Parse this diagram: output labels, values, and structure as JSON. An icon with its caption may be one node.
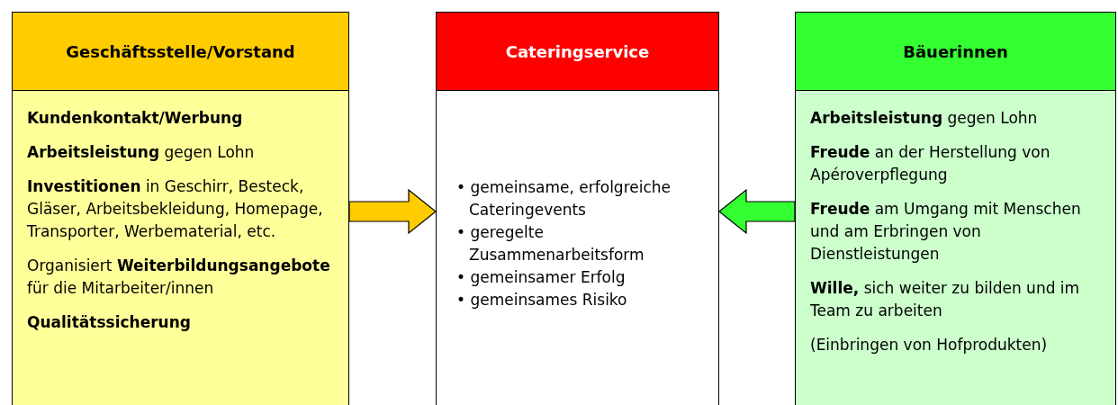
{
  "diagram": {
    "nodes": [
      {
        "text": [
          "Geschäftsstelle/Vorstand",
          "Kundenkontakt/Werbung",
          "**Arbeitsleistung** gegen Lohn",
          "**Investitionen** in Geschirr, Besteck, Gläser, Arbeitsbekleidung, Homepage, Transporter, Werbematerial, etc.",
          "Organisiert **Weiterbildungsangebote** für die Mitarbeiter/innen",
          "Qualitätssicherung"
        ]
      },
      {
        "text": [
          "Cateringservice",
          "• gemeinsame, erfolgreiche Cateringevents",
          "• geregelte Zusammenarbeitsform",
          "• gemeinsamer Erfolg",
          "• gemeinsames Risiko"
        ]
      },
      {
        "text": [
          "Bäuerinnen",
          "**Arbeitsleistung** gegen Lohn",
          "**Freude** an der Herstellung von Apéroverpflegung",
          "**Freude** am Umgang mit Menschen und am Erbringen von Dienstleistungen",
          "**Wille,** sich weiter zu bilden und im Team zu arbeiten",
          "(Einbringen von Hofprodukten)"
        ]
      }
    ],
    "edges": [
      {
        "from": 0,
        "to": 1,
        "arrow": "to",
        "color": "#ffcc00"
      },
      {
        "from": 2,
        "to": 1,
        "arrow": "to",
        "color": "#33ff33"
      }
    ]
  }
}
